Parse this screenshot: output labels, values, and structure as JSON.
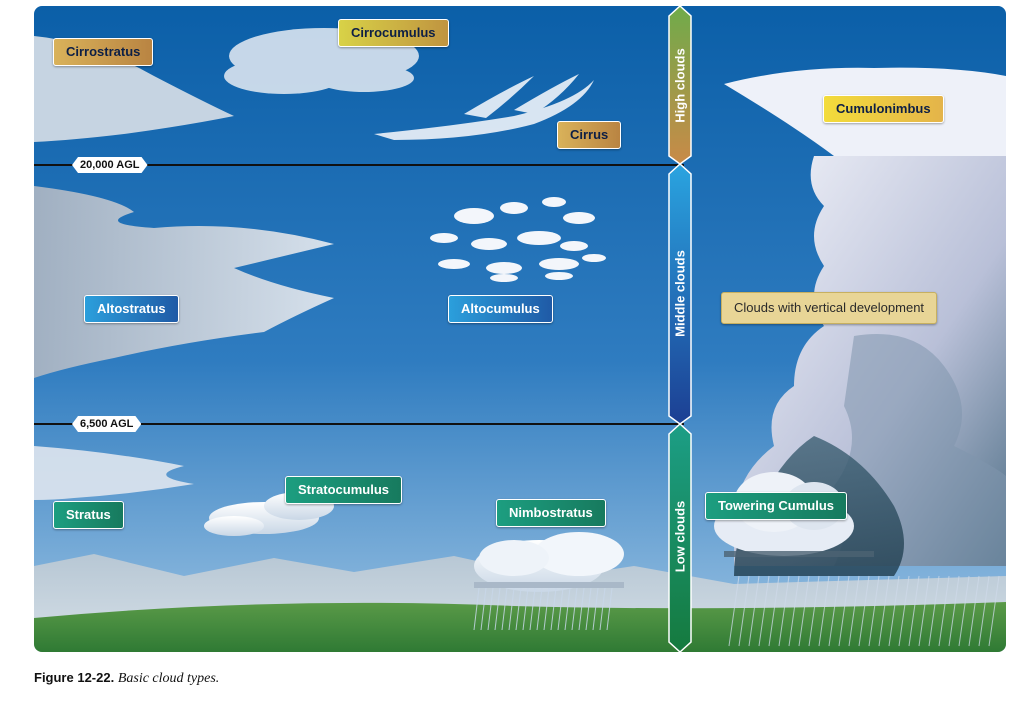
{
  "labels": {
    "cirrostratus": "Cirrostratus",
    "cirrocumulus": "Cirrocumulus",
    "cirrus": "Cirrus",
    "cumulonimbus": "Cumulonimbus",
    "altostratus": "Altostratus",
    "altocumulus": "Altocumulus",
    "vertical_development": "Clouds with vertical development",
    "stratus": "Stratus",
    "stratocumulus": "Stratocumulus",
    "nimbostratus": "Nimbostratus",
    "towering_cumulus": "Towering Cumulus"
  },
  "altitudes": {
    "high_boundary": "20,000 AGL",
    "low_boundary": "6,500 AGL"
  },
  "bands": {
    "high": "High clouds",
    "middle": "Middle clouds",
    "low": "Low clouds"
  },
  "caption": {
    "number": "Figure 12-22.",
    "text": "Basic cloud types."
  },
  "colors": {
    "sky_top": "#0b5fa8",
    "sky_bottom": "#7fb2dc",
    "high_band": "#c98f48",
    "middle_band": "#1f6fc0",
    "low_band": "#1a8a68",
    "ground": "#3f8a3a"
  }
}
